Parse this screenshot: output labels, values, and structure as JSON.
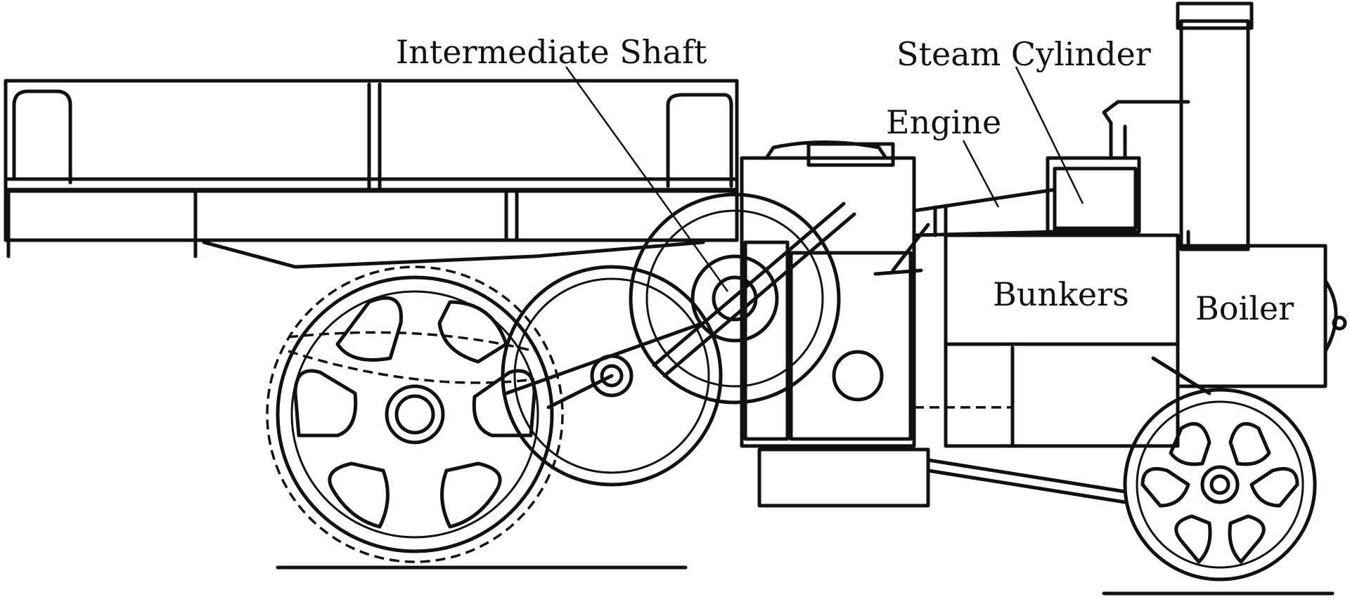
{
  "labels": {
    "intermediate_shaft": "Intermediate Shaft",
    "steam_cylinder": "Steam Cylinder",
    "engine": "Engine",
    "bunkers": "Bunkers",
    "boiler": "Boiler"
  },
  "colors": {
    "ink": "#111111",
    "background": "#ffffff"
  }
}
